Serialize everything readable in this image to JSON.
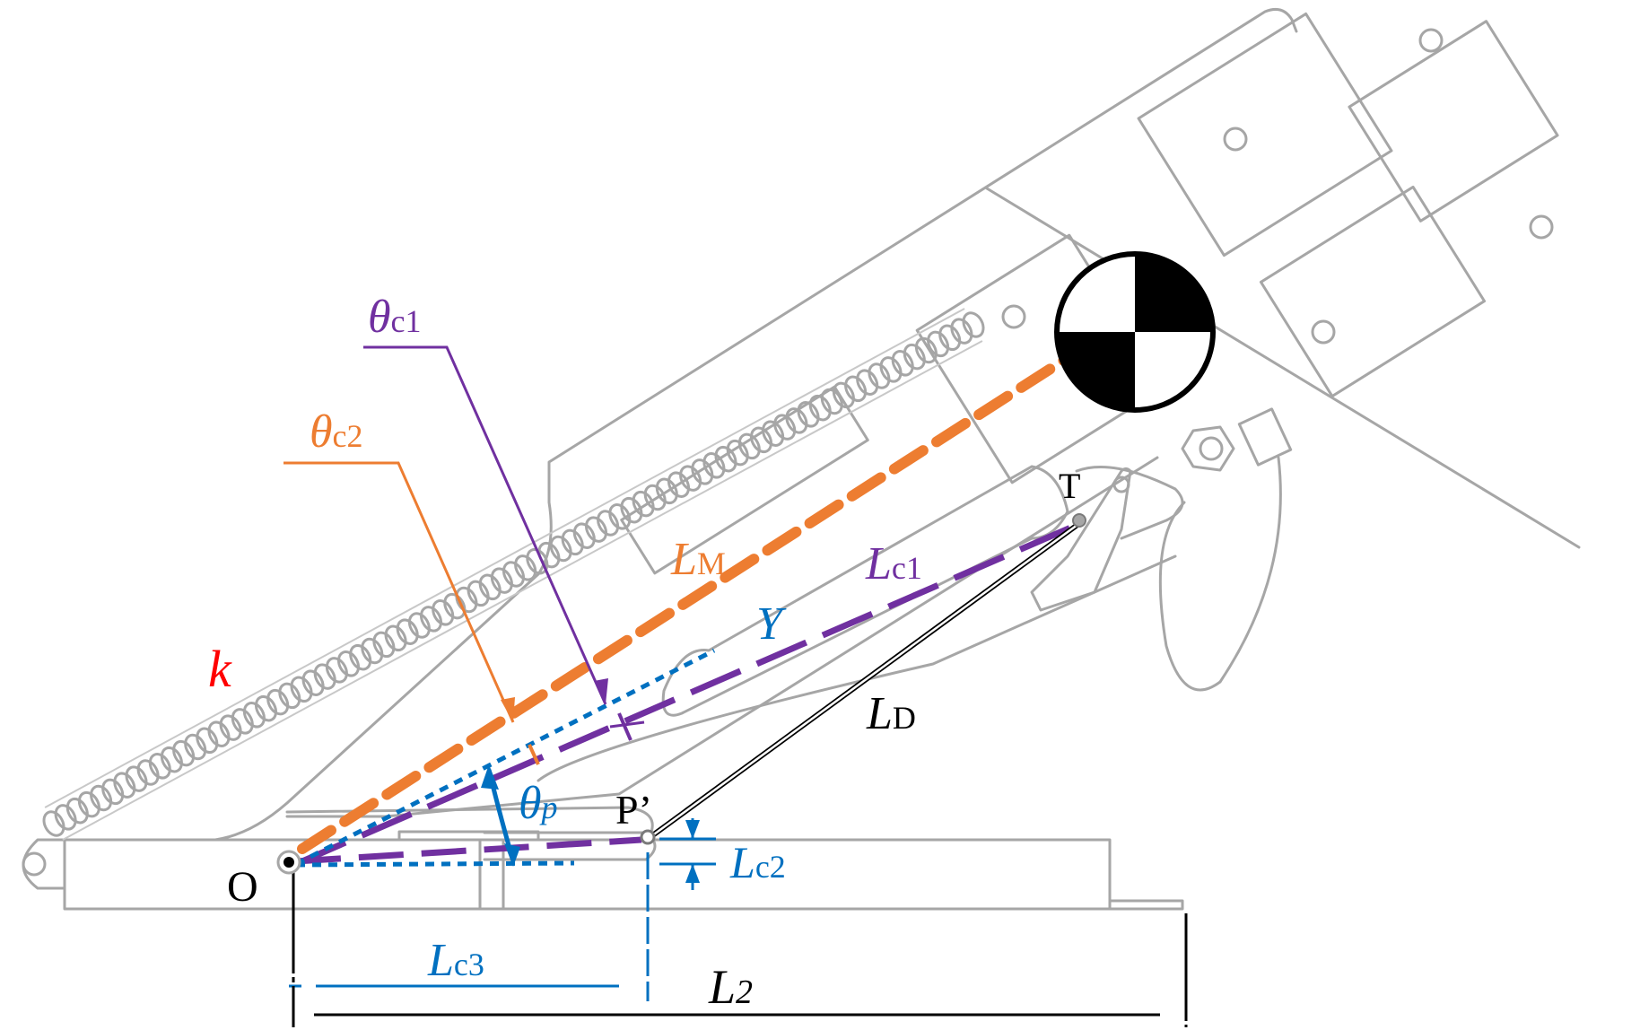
{
  "labels": {
    "theta_c1": {
      "sym": "θ",
      "sub": "c1"
    },
    "theta_c2": {
      "sym": "θ",
      "sub": "c2"
    },
    "k": "k",
    "L_M": {
      "sym": "L",
      "sub": "M"
    },
    "L_c1": {
      "sym": "L",
      "sub": "c1"
    },
    "Y": "Y",
    "L_D": {
      "sym": "L",
      "sub": "D"
    },
    "theta_p": {
      "sym": "θ",
      "sub": "p"
    },
    "P_prime": "P’",
    "L_c2": {
      "sym": "L",
      "sub": "c2"
    },
    "O": "O",
    "L_c3": {
      "sym": "L",
      "sub": "c3"
    },
    "L_2": {
      "sym": "L",
      "sub": "2"
    },
    "T": "T"
  },
  "colors": {
    "orange": "#ed7d31",
    "purple": "#7030a0",
    "blue": "#0070c0",
    "red": "#ff0000",
    "gray": "#a6a6a6",
    "black": "#000000"
  },
  "icons": [
    "center-of-mass-icon",
    "spring-coil-icon"
  ]
}
